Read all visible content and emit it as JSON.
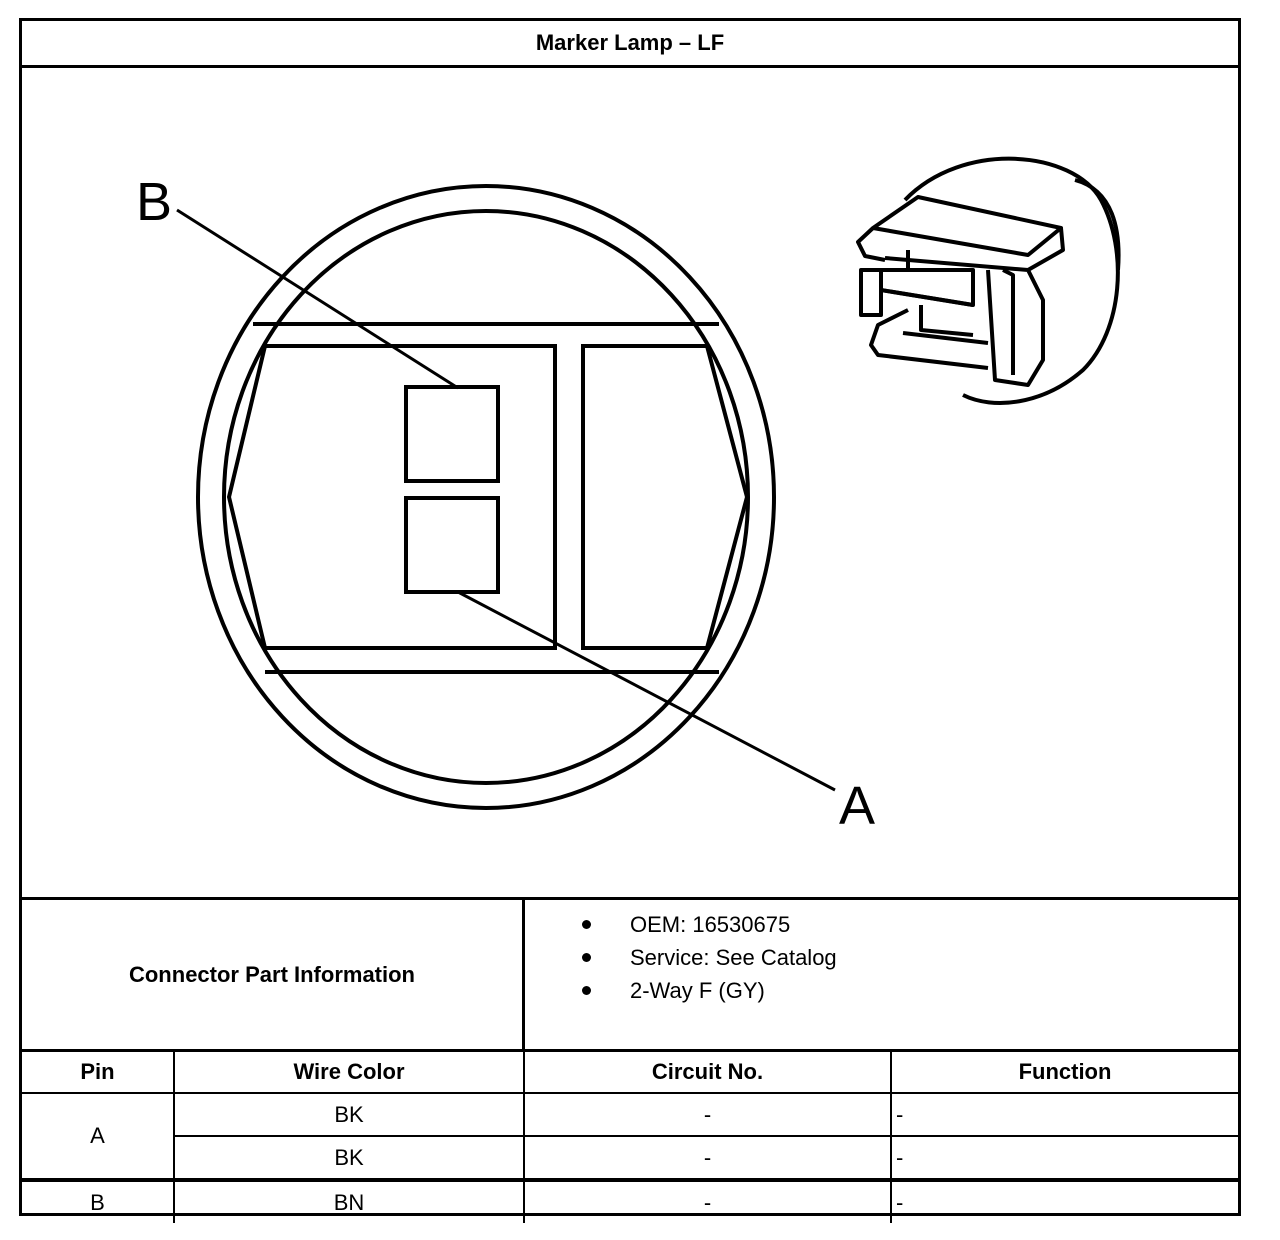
{
  "title": "Marker Lamp – LF",
  "drawing": {
    "callouts": {
      "b": "B",
      "a": "A"
    }
  },
  "connector": {
    "label": "Connector Part Information",
    "items": [
      "OEM: 16530675",
      "Service: See Catalog",
      "2-Way F (GY)"
    ]
  },
  "pin_table": {
    "headers": {
      "pin": "Pin",
      "wire_color": "Wire Color",
      "circuit": "Circuit No.",
      "function": "Function"
    },
    "rows": [
      {
        "pin": "A",
        "wire_color": "BK",
        "circuit": "-",
        "function": "-"
      },
      {
        "pin": "",
        "wire_color": "BK",
        "circuit": "-",
        "function": "-"
      },
      {
        "pin": "B",
        "wire_color": "BN",
        "circuit": "-",
        "function": "-"
      }
    ]
  }
}
